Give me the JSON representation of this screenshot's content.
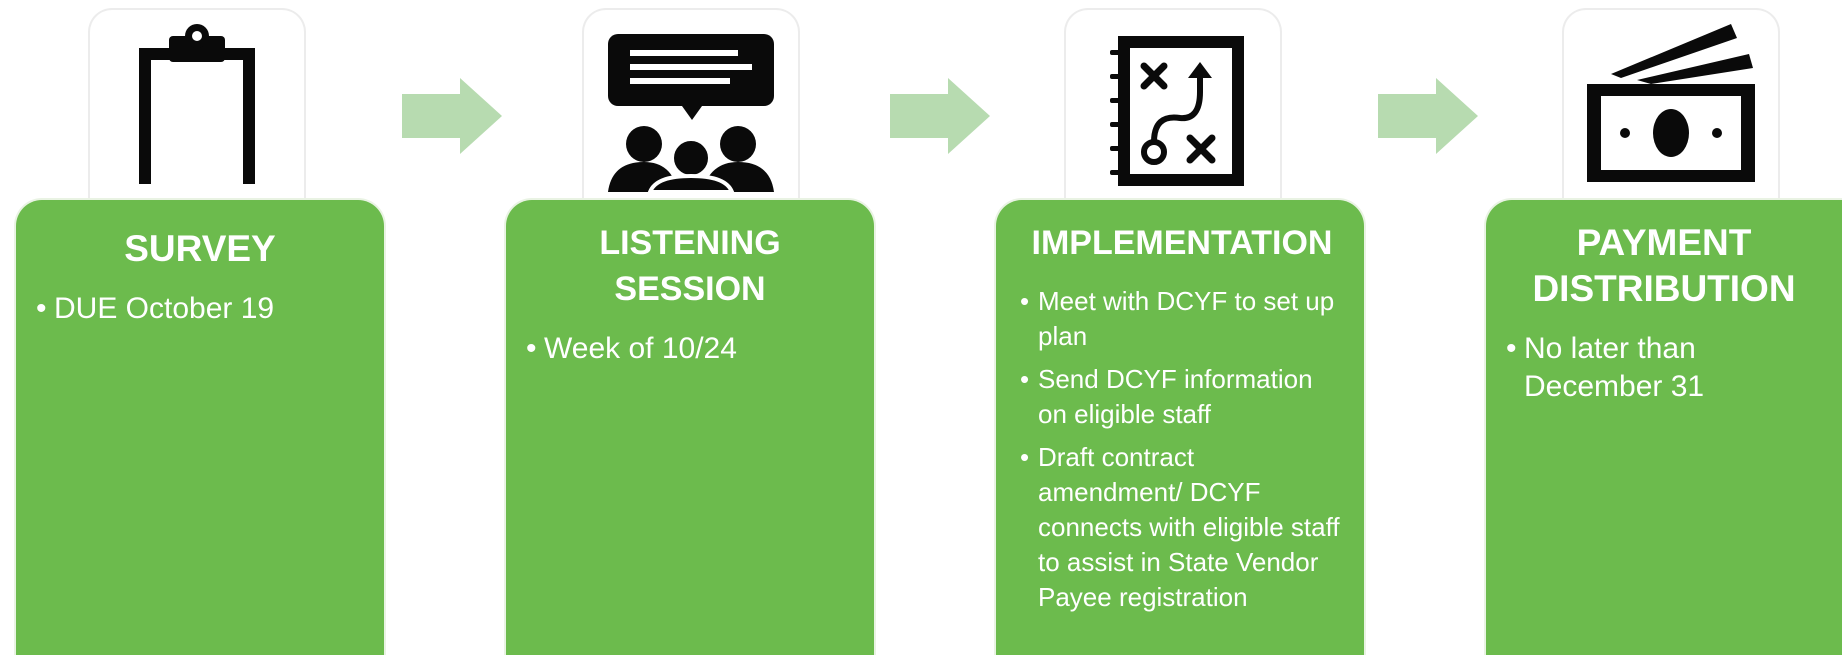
{
  "stages": [
    {
      "title": "SURVEY",
      "bullets": [
        "DUE October 19"
      ],
      "icon": "clipboard-icon"
    },
    {
      "title": "LISTENING SESSION",
      "bullets": [
        "Week of 10/24"
      ],
      "icon": "group-discussion-icon"
    },
    {
      "title": "IMPLEMENTATION",
      "bullets": [
        "Meet with DCYF to set up plan",
        "Send DCYF information on eligible staff",
        "Draft contract amendment/ DCYF connects with eligible staff to assist in State Vendor Payee registration"
      ],
      "icon": "strategy-plan-icon"
    },
    {
      "title": "PAYMENT DISTRIBUTION",
      "bullets": [
        "No later than December 31"
      ],
      "icon": "money-bills-icon"
    }
  ],
  "colors": {
    "card_green": "#6cbb4d",
    "arrow_green": "#b7dbb0",
    "icon_black": "#0a0a0a"
  }
}
